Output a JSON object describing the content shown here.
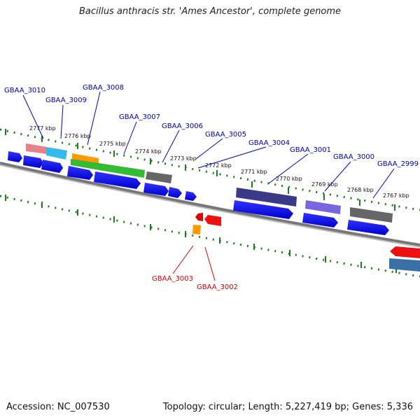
{
  "header": {
    "title": "Bacillus anthracis str. 'Ames Ancestor', complete genome"
  },
  "footer": {
    "accession": "Accession: NC_007530",
    "topology": "Topology: circular; Length: 5,227,419 bp; Genes: 5,336"
  },
  "colors": {
    "gene_label_forward": "#0000aa",
    "gene_label_reverse": "#cc0000",
    "tick": "#1e7a1e",
    "backbone": "#777777"
  },
  "scale_labels": [
    "2777 kbp",
    "2776 kbp",
    "2775 kbp",
    "2774 kbp",
    "2773 kbp",
    "2772 kbp",
    "2771 kbp",
    "2770 kbp",
    "2769 kbp",
    "2768 kbp",
    "2767 kbp"
  ],
  "gene_labels_forward": [
    "GBAA_3010",
    "GBAA_3009",
    "GBAA_3008",
    "GBAA_3007",
    "GBAA_3006",
    "GBAA_3005",
    "GBAA_3004",
    "GBAA_3001",
    "GBAA_3000",
    "GBAA_2999"
  ],
  "gene_labels_reverse": [
    "GBAA_3003",
    "GBAA_3002"
  ]
}
